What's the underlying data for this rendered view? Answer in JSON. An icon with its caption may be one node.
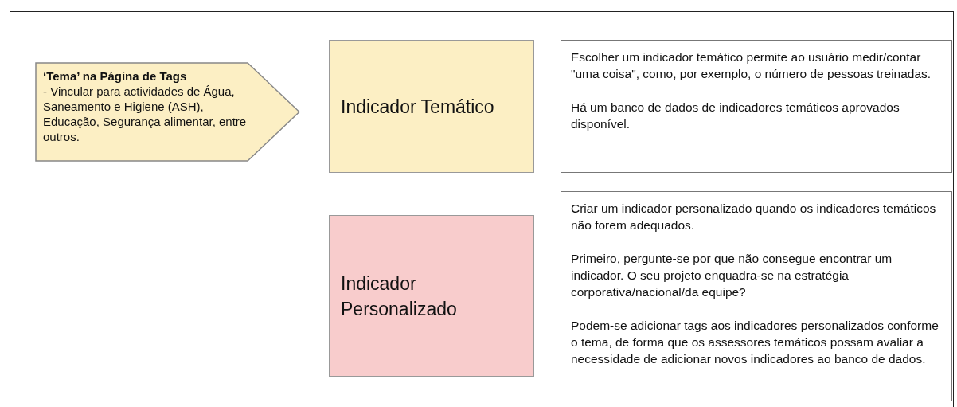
{
  "diagram": {
    "nodes": [
      {
        "text": [
          "‘Tema’ na Página de Tags",
          "- Vincular para actividades de Água, Saneamento e Higiene (ASH), Educação, Segurança alimentar, entre outros."
        ]
      },
      {
        "text": [
          "Indicador Temático"
        ]
      },
      {
        "text": [
          "Escolher um indicador temático permite ao usuário medir/contar \"uma coisa\", como, por exemplo, o número de pessoas treinadas.",
          "Há um banco de dados de indicadores temáticos aprovados disponível."
        ]
      },
      {
        "text": [
          "Indicador Personalizado"
        ]
      },
      {
        "text": [
          "Criar um indicador personalizado quando os indicadores temáticos não forem adequados.",
          "Primeiro, pergunte-se por que não consegue encontrar um indicador. O seu projeto enquadra-se na estratégia corporativa/nacional/da equipe?",
          "Podem-se adicionar tags aos indicadores personalizados conforme o tema, de forma que os assessores temáticos possam avaliar a necessidade de adicionar novos indicadores ao banco de dados."
        ]
      }
    ]
  }
}
